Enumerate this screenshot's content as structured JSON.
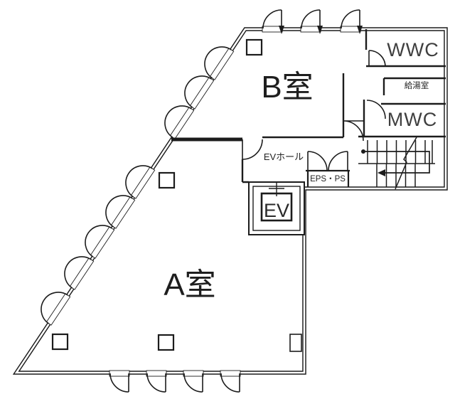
{
  "plan": {
    "type": "floor-plan",
    "rooms": {
      "room_b": {
        "label": "B室"
      },
      "room_a": {
        "label": "A室"
      },
      "wwc": {
        "label": "WWC"
      },
      "kyutoshitsu": {
        "label": "給湯室"
      },
      "mwc": {
        "label": "MWC"
      },
      "ev_hall": {
        "label": "EVホール"
      },
      "elevator": {
        "label": "EV"
      },
      "eps_ps": {
        "label": "EPS・PS"
      }
    },
    "colors": {
      "line": "#1c1c1c",
      "background": "#ffffff",
      "label_gray": "#3f3f3f"
    }
  }
}
